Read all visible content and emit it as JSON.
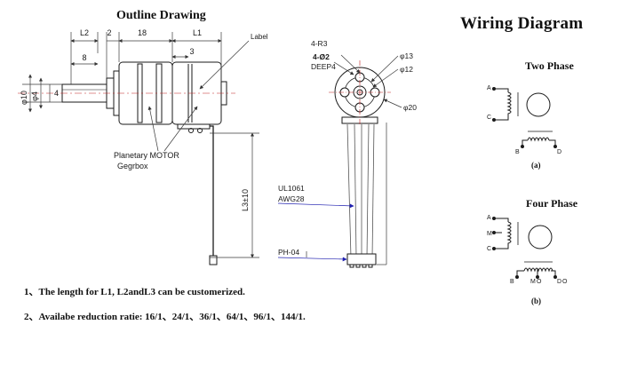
{
  "titles": {
    "outline": "Outline Drawing",
    "wiring": "Wiring Diagram",
    "two_phase": "Two Phase",
    "four_phase": "Four Phase"
  },
  "dimensions": {
    "l2": "L2",
    "two": "2",
    "eighteen": "18",
    "l1": "L1",
    "eight": "8",
    "three": "3",
    "d10": "φ10",
    "d4": "φ4",
    "four": "4",
    "l3": "L3±10"
  },
  "labels": {
    "label": "Label",
    "motor_line1": "Planetary MOTOR",
    "motor_line2": "Gegrbox",
    "hole1": "4-R3",
    "hole2": "4-Ø2",
    "depth": "DEEP4",
    "d13": "φ13",
    "d12": "φ12",
    "d20": "φ20",
    "cable1": "UL1061",
    "cable2": "AWG28",
    "connector": "PH-04"
  },
  "wiring": {
    "a": "A",
    "c": "C",
    "b": "B",
    "d": "D",
    "m": "M",
    "o": "O",
    "caption_a": "(a)",
    "caption_b": "(b)"
  },
  "notes": {
    "n1": "1、The length for L1, L2andL3 can be customerized.",
    "n2": "2、Availabe reduction ratie: 16/1、24/1、36/1、64/1、96/1、144/1."
  },
  "colors": {
    "line": "#1a1a1a",
    "dimension": "#3a3a3a",
    "leader_arrow": "#2020b0",
    "center_line": "#c02020"
  }
}
